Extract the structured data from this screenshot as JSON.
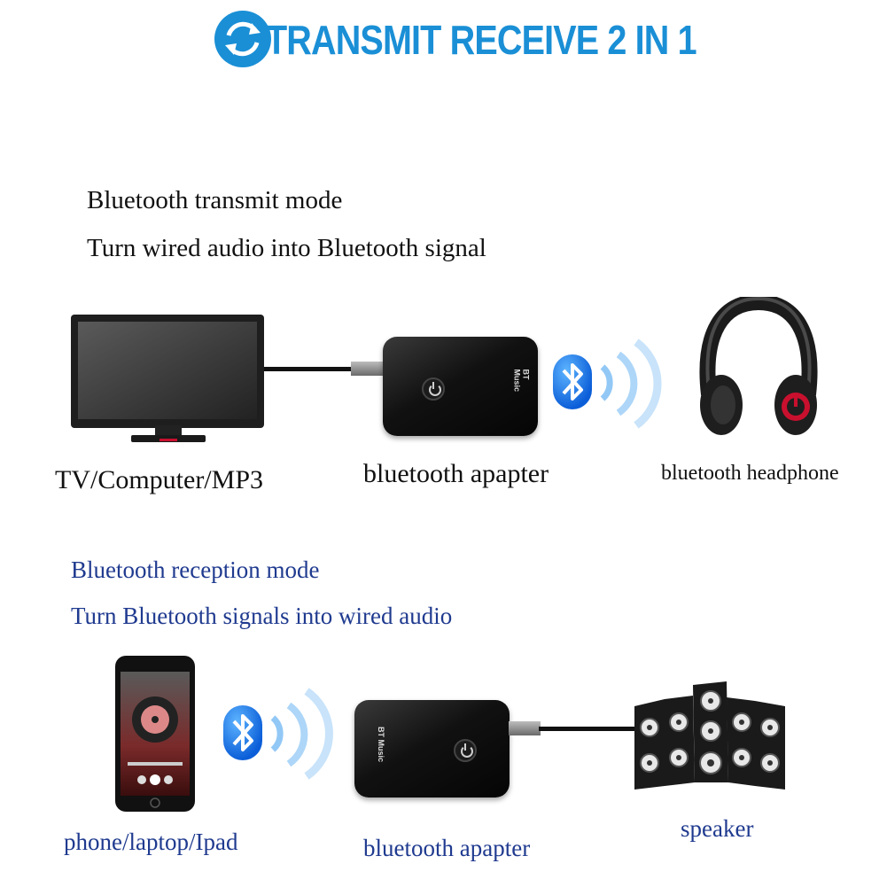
{
  "header": {
    "title": "TRANSMIT RECEIVE 2 IN 1"
  },
  "transmit": {
    "mode_title": "Bluetooth transmit mode",
    "mode_desc": "Turn wired audio into Bluetooth signal",
    "source_label": "TV/Computer/MP3",
    "adapter_label": "bluetooth apapter",
    "sink_label": "bluetooth headphone",
    "adapter_text": "BT Music"
  },
  "receive": {
    "mode_title": "Bluetooth reception mode",
    "mode_desc": "Turn Bluetooth signals into wired audio",
    "source_label": "phone/laptop/Ipad",
    "adapter_label": "bluetooth apapter",
    "sink_label": "speaker",
    "adapter_text": "BT Music"
  },
  "colors": {
    "accent": "#1a8fd6",
    "bluetooth": "#0b5ed8",
    "headphone_red": "#c8102e",
    "blue_text": "#1f3a8f"
  },
  "icons": [
    "refresh-icon",
    "bluetooth-icon",
    "power-icon",
    "monitor-icon",
    "headphone-icon",
    "phone-icon",
    "speaker-icon"
  ]
}
